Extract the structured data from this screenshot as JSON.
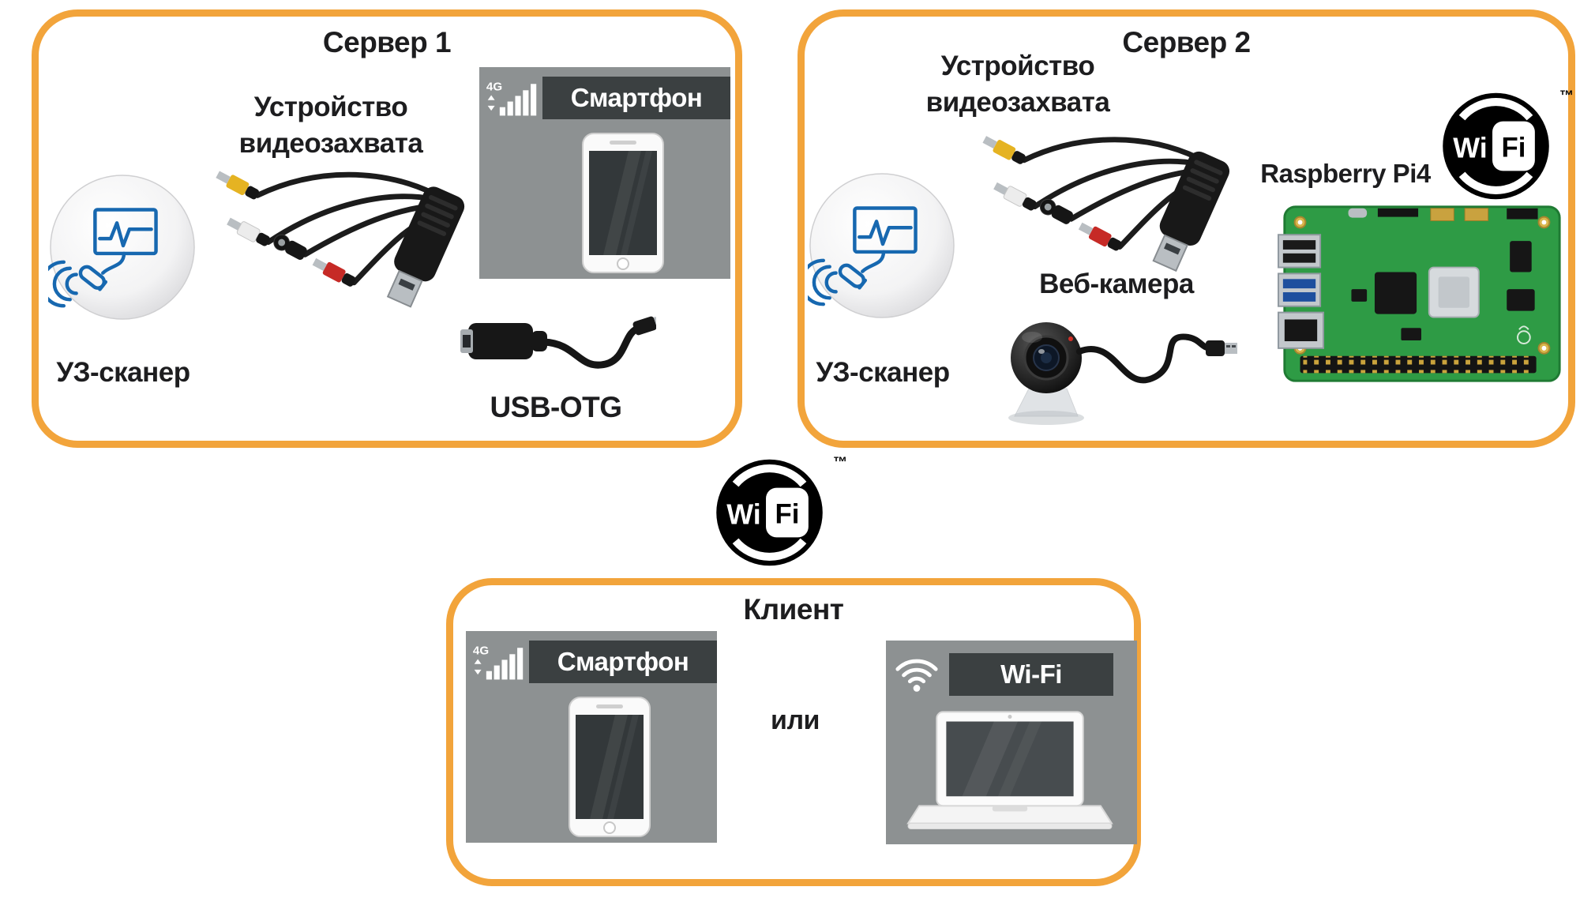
{
  "colors": {
    "frame_orange": "#F2A43B",
    "panel_gray": "#8D9192",
    "header_dark": "#3B4041",
    "icon_blue": "#1768B0",
    "wifi_logo_black": "#000000"
  },
  "server1": {
    "title": "Сервер 1",
    "scanner_label": "УЗ-сканер",
    "capture_line1": "Устройство",
    "capture_line2": "видеозахвата",
    "signal_label": "4G",
    "phone_header": "Смартфон",
    "otg_label": "USB-OTG"
  },
  "server2": {
    "title": "Сервер 2",
    "capture_line1": "Устройство",
    "capture_line2": "видеозахвата",
    "scanner_label": "УЗ-сканер",
    "webcam_label": "Веб-камера",
    "rpi_label": "Raspberry Pi4",
    "wifi": {
      "wi": "Wi",
      "fi": "Fi",
      "tm": "™"
    }
  },
  "hub_wifi": {
    "wi": "Wi",
    "fi": "Fi",
    "tm": "™"
  },
  "client": {
    "title": "Клиент",
    "signal_label": "4G",
    "phone_header": "Смартфон",
    "or_label": "или",
    "laptop_header": "Wi-Fi"
  }
}
